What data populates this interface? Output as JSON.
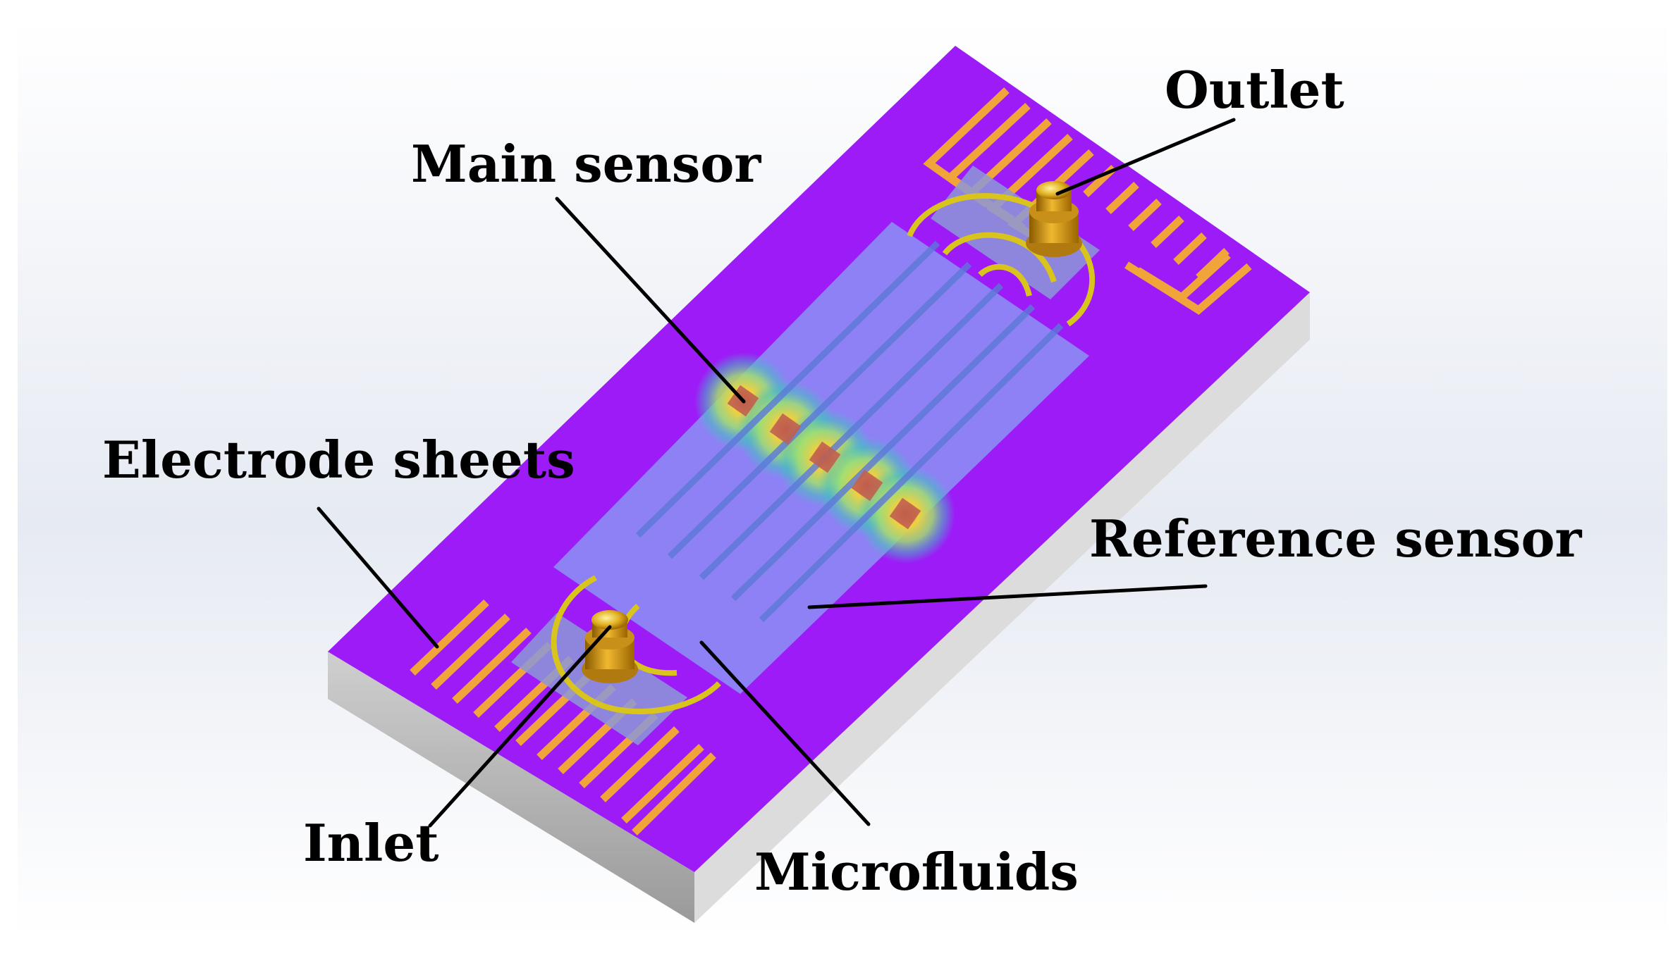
{
  "labels": {
    "outlet": "Outlet",
    "main_sensor": "Main sensor",
    "electrode_sheets": "Electrode sheets",
    "reference_sensor": "Reference sensor",
    "inlet": "Inlet",
    "microfluids": "Microfluids"
  },
  "colors": {
    "substrate_top": "#9d1bf7",
    "substrate_side": "#b9b9b9",
    "electrode": "#f0a43a",
    "channel_glass": "#8aa4f4",
    "port_gold": "#e2a414",
    "hotspot": "#e8e84a"
  }
}
